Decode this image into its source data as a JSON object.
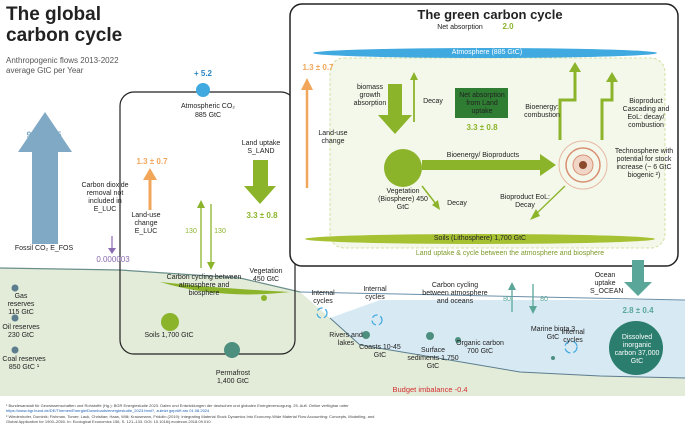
{
  "title": "The global carbon cycle",
  "subtitle": "Anthropogenic flows 2013-2022 average GtC per Year",
  "green_title": "The green carbon cycle",
  "net_absorption_label": "Net absorption",
  "net_absorption_value": "2.0",
  "atmosphere_band": "Atmosphere (885 GtC)",
  "soils_band": "Soils (Lithosphere) 1,700 GtC",
  "land_uptake_caption": "Land uptake & cycle between the atmosphere and biosphere",
  "fossil_value": "9.6 ± 0.5",
  "fossil_label": "Fossil CO₂ E_FOS",
  "cdr_label": "Carbon dioxide removal not included in E_LUC",
  "cdr_value": "0.000003",
  "plus_value": "+ 5.2",
  "atmo_co2_label": "Atmospheric CO₂",
  "atmo_co2_value": "885 GtC",
  "luc_value_left": "1.3 ± 0.7",
  "luc_label": "Land-use change E_LUC",
  "cycle_130_a": "130",
  "cycle_130_b": "130",
  "carbon_cycling_atmo_bio": "Carbon cycling between atmosphere and biosphere",
  "land_uptake_label": "Land uptake S_LAND",
  "land_uptake_value": "3.3 ± 0.8",
  "vegetation_left": "Vegetation 450 GtC",
  "soils_left": "Soils 1,700 GtC",
  "luc_value_right": "1.3 ± 0.7",
  "luc_right_label": "Land-use change",
  "biomass_label": "biomass growth absorption",
  "decay_top": "Decay",
  "net_abs_land_label": "Net absorption from Land uptake",
  "net_abs_land_value": "3.3 ± 0.8",
  "bioenergy_combustion": "Bioenergy: combustion",
  "bioproduct_cascading": "Bioproduct Cascading and EoL: decay/ combustion",
  "bioenergy_bioproducts": "Bioenergy/ Bioproducts",
  "technosphere_label": "Technosphere with potential for stock increase (~ 6 GtC biogenic ²)",
  "vegetation_right": "Vegetation (Biosphere) 450 GtC",
  "decay_bottom": "Decay",
  "bioproduct_eol": "Bioproduct EoL: Decay",
  "gas_reserves": "Gas reserves 115 GtC",
  "oil_reserves": "Oil reserves 230 GtC",
  "coal_reserves": "Coal reserves 850 GtC ¹",
  "internal_cycles_1": "Internal cycles",
  "internal_cycles_2": "Internal cycles",
  "internal_cycles_3": "Internal cycles",
  "ocean_cycling": "Carbon cycling between atmosphere and oceans",
  "ocean_80_a": "80",
  "ocean_80_b": "80",
  "ocean_uptake_label": "Ocean uptake S_OCEAN",
  "ocean_uptake_value": "2.8 ± 0.4",
  "rivers_lakes": "Rivers and lakes",
  "coasts": "Coasts 10-45 GtC",
  "surface_sediments": "Surface sediments 1,750 GtC",
  "organic_carbon": "Organic carbon 700 GtC",
  "marine_biota": "Marine biota 3 GtC",
  "dissolved_inorganic": "Dissolved inorganic carbon 37,000 GtC",
  "permafrost": "Permafrost 1,400 GtC",
  "budget_imbalance": "Budget imbalance -0.4",
  "footnote_1": "¹ Bundesanstalt für Geowissenschaften und Rohstoffe (Hg.): BGR Energiestudie 2023. Daten und Entwicklungen der deutschen und globalen Energieversorgung. 25. Aufl. Online verfügbar unter",
  "footnote_1b": "https://www.bgr.bund.de/DE/Themen/Energie/Downloads/energiestudie_2023.html?, zuletzt geprüft am 01.08.2024",
  "footnote_2": "² Wiedenhofer, Dominik; Fishman, Tomer; Lauk, Christian; Haas, Willi; Krausmann, Fridolin (2019): Integrating Material Stock Dynamics Into Economy-Wide Material Flow Accounting: Concepts, Modelling, and",
  "footnote_2b": "Global Application for 1900–2050. In: Ecological Economics 156, S. 121–133. DOI: 10.1016/j.ecolecon.2018.09.010",
  "colors": {
    "green": "#8bb42b",
    "orange": "#f2a65a",
    "blue": "#7fa9c4",
    "teal": "#5aa79a",
    "ocean": "#d7e9f3",
    "land": "#e3ecd9"
  }
}
